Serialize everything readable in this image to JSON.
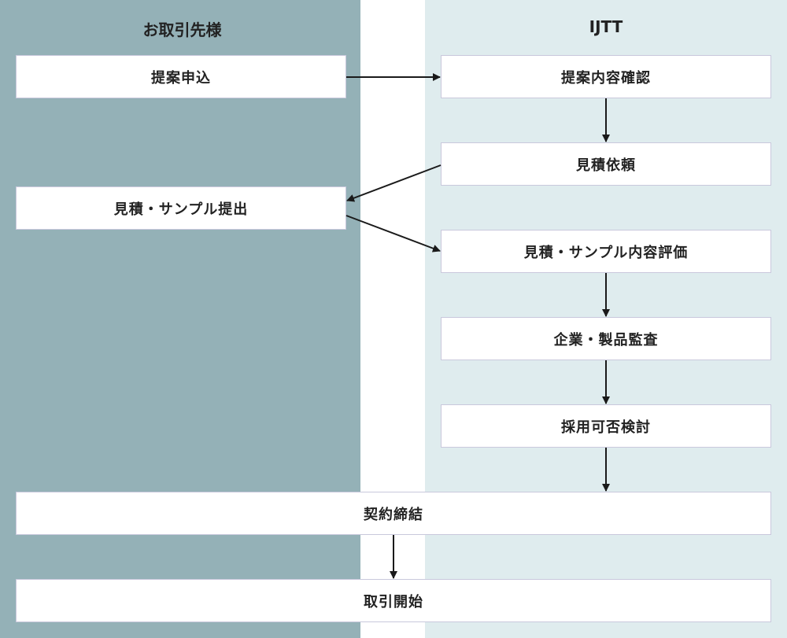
{
  "lanes": {
    "left": "お取引先様",
    "right": "IJTT"
  },
  "steps": {
    "proposal": "提案申込",
    "proposal_review": "提案内容確認",
    "quote_request": "見積依頼",
    "quote_sample_submit": "見積・サンプル提出",
    "quote_sample_eval": "見積・サンプル内容評価",
    "audit": "企業・製品監査",
    "adoption_review": "採用可否検討",
    "contract": "契約締結",
    "start": "取引開始"
  },
  "colors": {
    "left_lane": "#94b1b7",
    "right_lane": "#dfecee",
    "arrow": "#1a1a1a"
  }
}
